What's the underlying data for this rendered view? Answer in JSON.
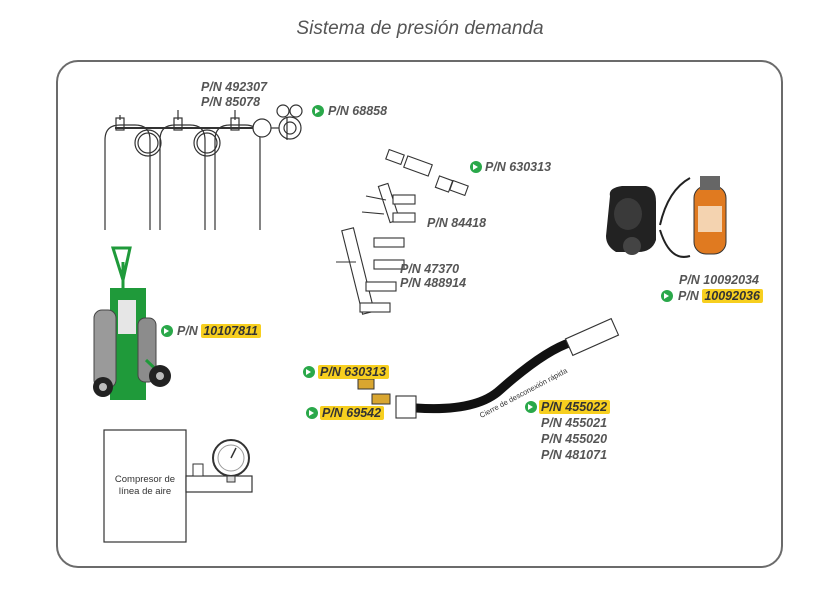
{
  "title": "Sistema de presión demanda",
  "labels": {
    "pn_492307": "P/N 492307",
    "pn_85078": "P/N 85078",
    "pn_68858": "P/N 68858",
    "pn_630313_top": "P/N 630313",
    "pn_84418": "P/N 84418",
    "pn_47370": "P/N 47370",
    "pn_488914": "P/N 488914",
    "pn_10092034": "P/N  10092034",
    "pn_prefix_10092036": "P/N ",
    "pn_10092036": "10092036",
    "pn_prefix_10107811": "P/N ",
    "pn_10107811": "10107811",
    "pn_630313_bottom": "P/N 630313",
    "pn_69542": "P/N 69542",
    "pn_455022": "P/N 455022",
    "pn_455021": "P/N 455021",
    "pn_455020": "P/N 455020",
    "pn_481071": "P/N 481071",
    "compressor": "Compresor de línea de aire",
    "hose": "Cierre de desconexión rápida"
  },
  "colors": {
    "highlight": "#f7cf1f",
    "arrow_green": "#2aa84a",
    "frame": "#6b6b6b",
    "cart_green": "#1f9a3a",
    "cylinder_orange": "#e07a20"
  },
  "icons": [
    "arrow-right-icon"
  ]
}
